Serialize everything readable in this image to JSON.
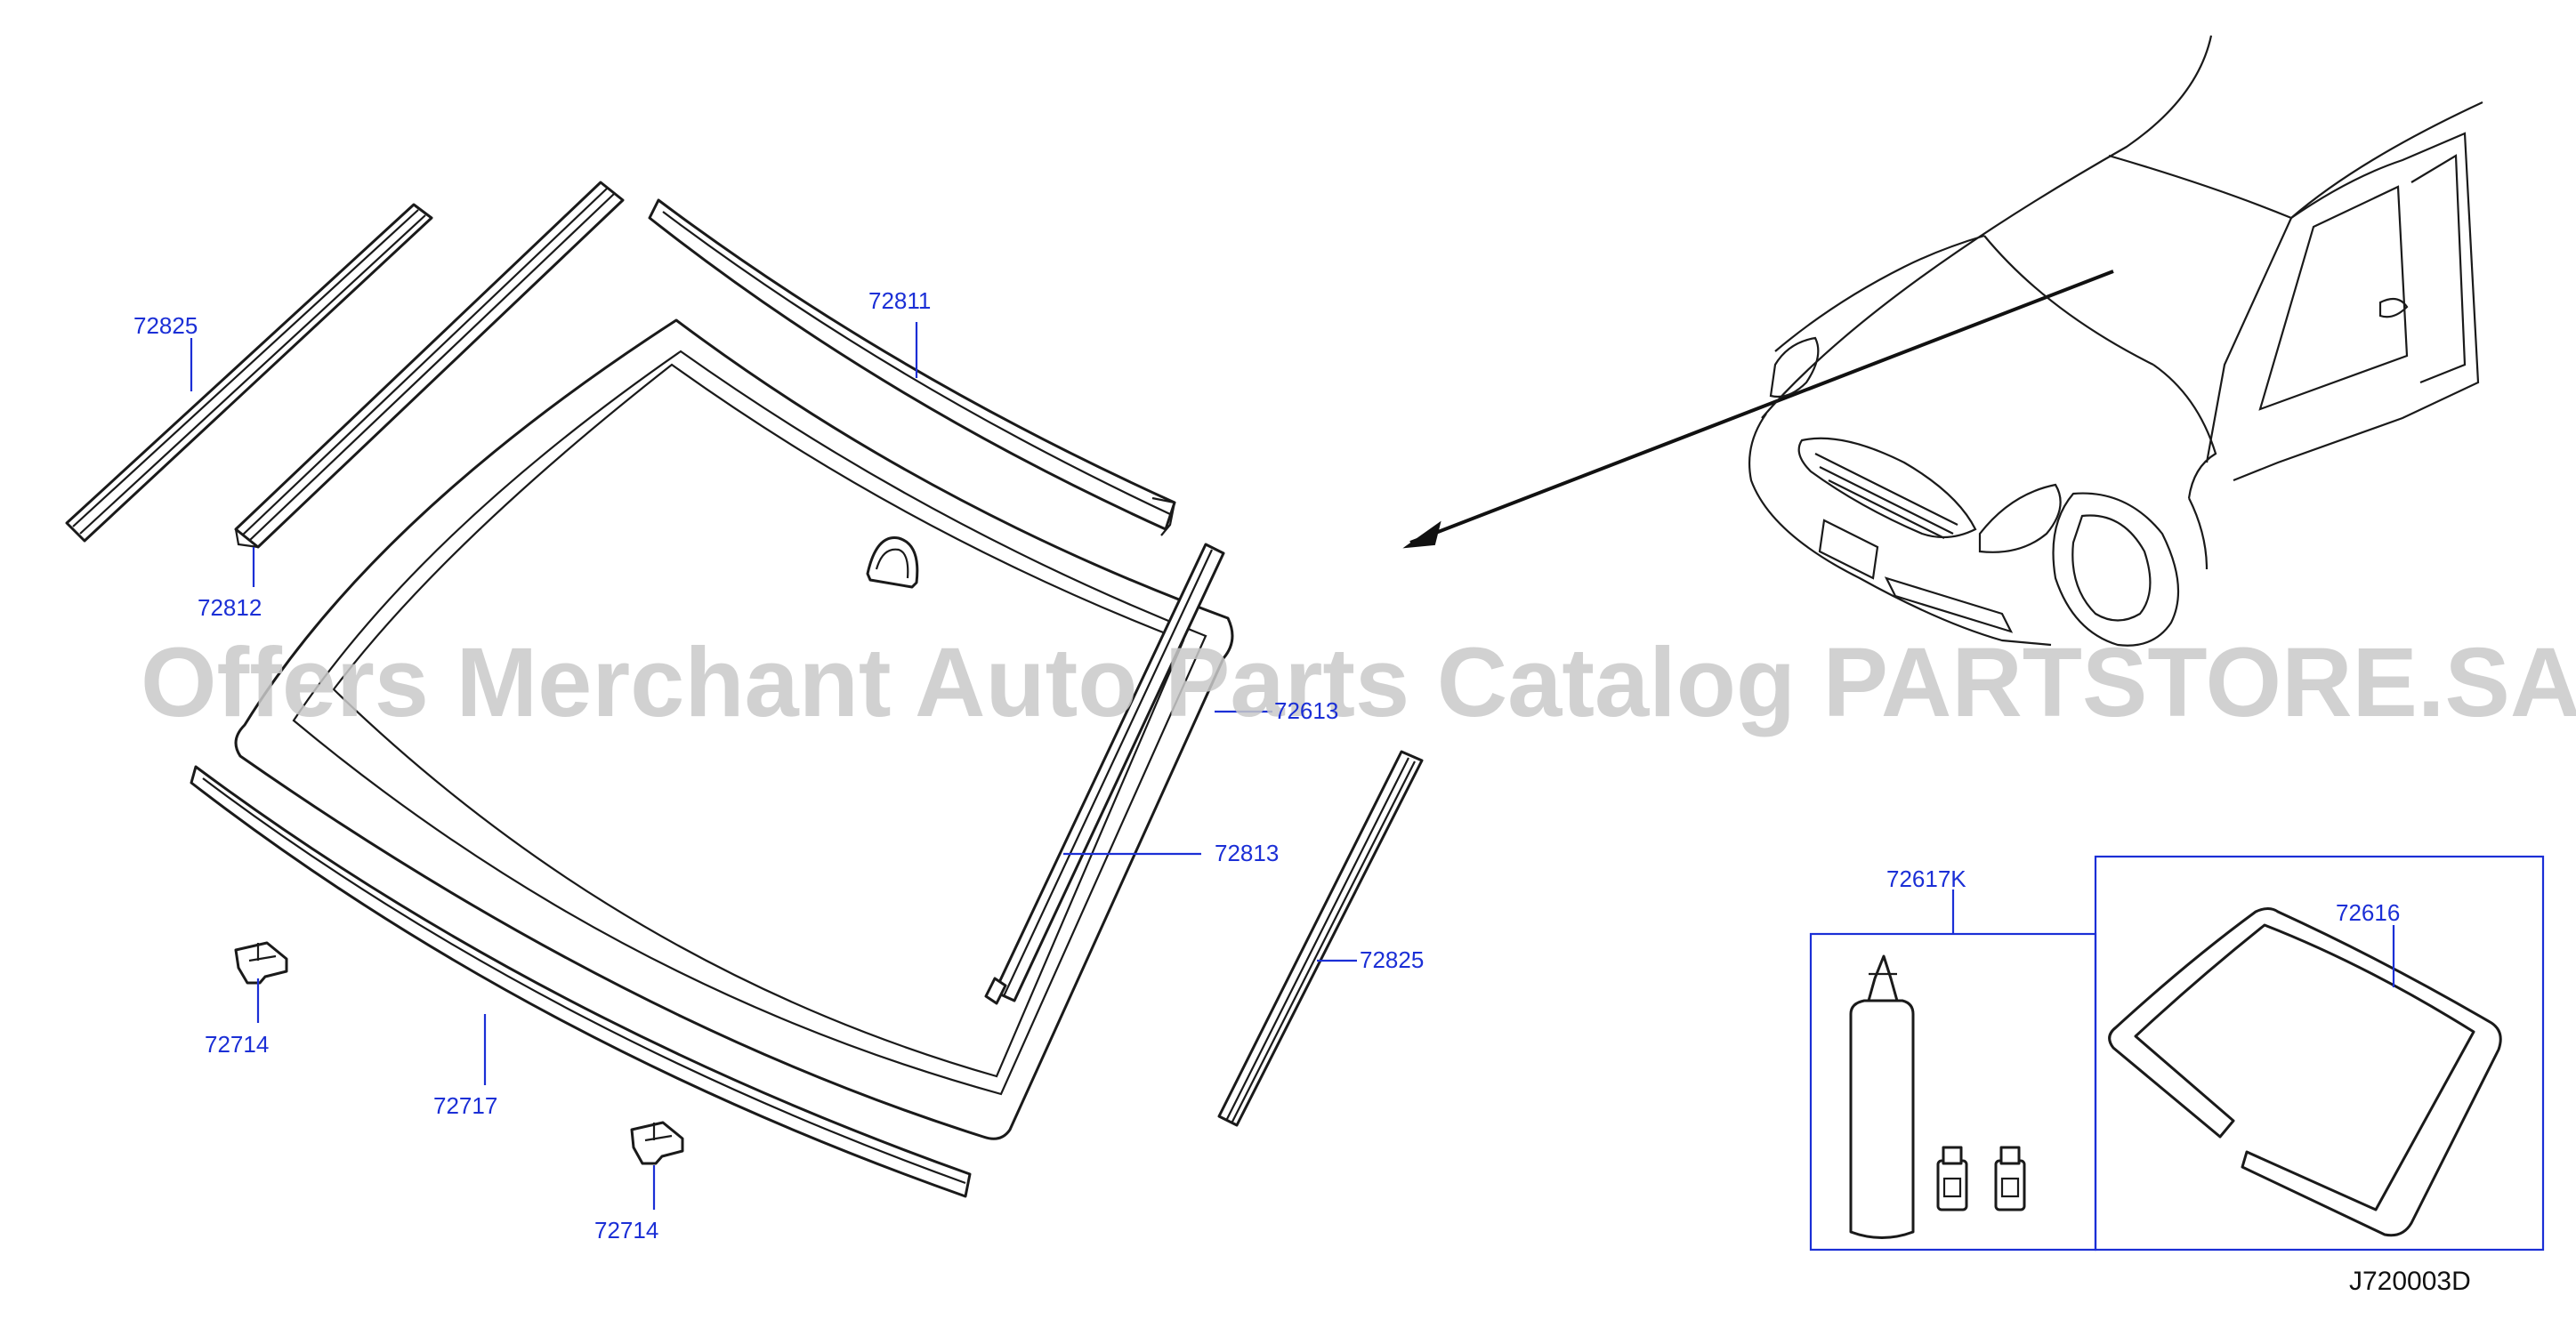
{
  "watermark": "Offers Merchant Auto Parts Catalog PARTSTORE.SA",
  "diagram_code": "J720003D",
  "labels": {
    "l72825_top": "72825",
    "l72812": "72812",
    "l72811": "72811",
    "l72613": "72613",
    "l72813": "72813",
    "l72825_right": "72825",
    "l72714_left": "72714",
    "l72717": "72717",
    "l72714_bottom": "72714",
    "l72617K": "72617K",
    "l72616": "72616"
  },
  "colors": {
    "label": "#1b2fd6",
    "line": "#1a1a1a",
    "watermark": "#c9c9c9"
  }
}
